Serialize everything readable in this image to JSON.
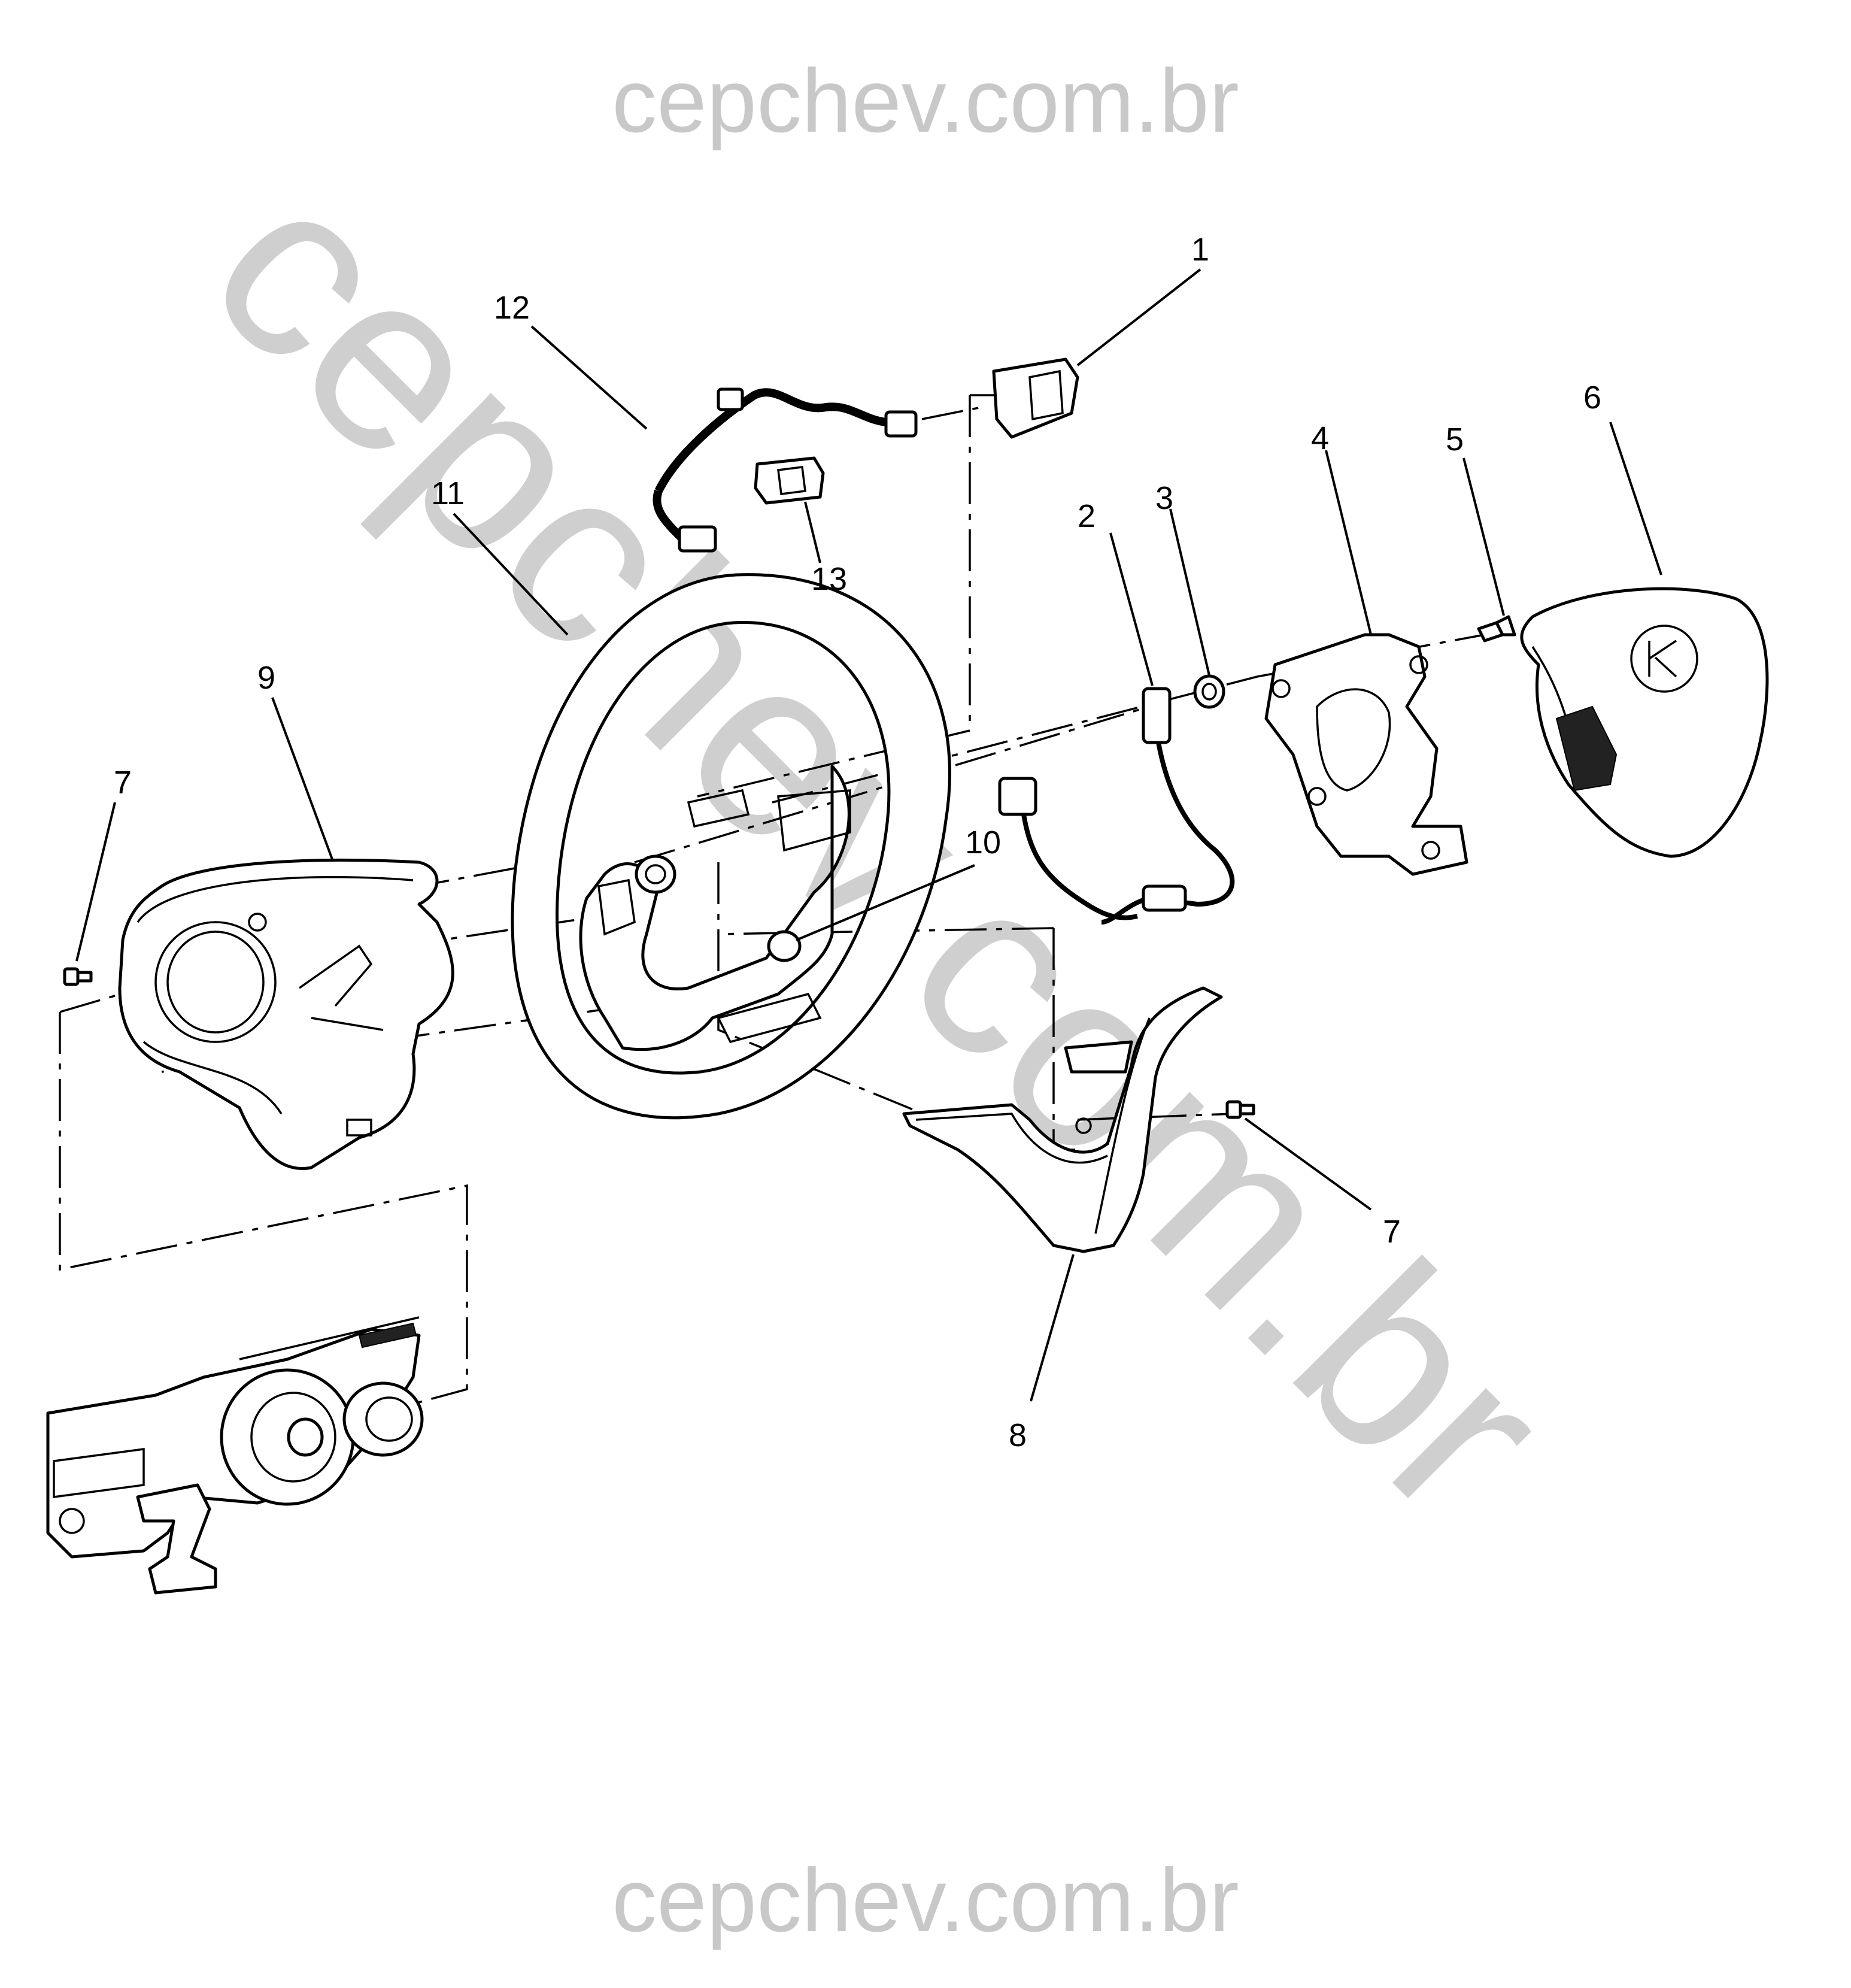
{
  "watermark": {
    "top": "cepchev.com.br",
    "bottom": "cepchev.com.br",
    "diagonal": "cepchev.com.br"
  },
  "callouts": [
    "1",
    "2",
    "3",
    "4",
    "5",
    "6",
    "7",
    "7",
    "8",
    "9",
    "10",
    "11",
    "12",
    "13"
  ],
  "colors": {
    "line": "#000000",
    "watermark": "#c8c8c8",
    "background": "#ffffff"
  }
}
